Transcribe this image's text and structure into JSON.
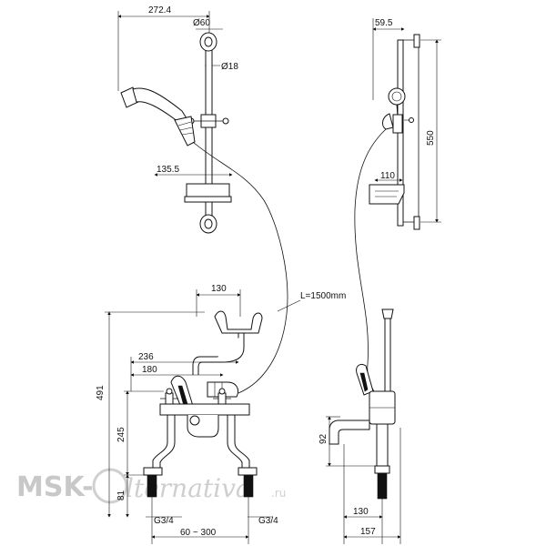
{
  "drawing": {
    "title": "",
    "dimensions": {
      "shower_arm_reach": "272.4",
      "bracket_diameter": "Ø60",
      "rail_diameter": "Ø18",
      "soap_dish_width": "135.5",
      "wall_offset": "59.5",
      "rail_length": "550",
      "soap_dish_depth": "110",
      "cradle_width": "130",
      "hose_length": "L=1500mm",
      "overall_height": "491",
      "handle_span": "236",
      "body_width": "180",
      "leg_height": "245",
      "tail_height": "81",
      "inlet_thread_left": "G3/4",
      "inlet_thread_right": "G3/4",
      "centers_range": "60 ~ 300",
      "spout_height": "92",
      "spout_projection": "130",
      "overall_depth": "157"
    }
  },
  "watermark": {
    "brand_left": "MSK-",
    "brand_right": "lternativa",
    "tld": ".ru"
  }
}
